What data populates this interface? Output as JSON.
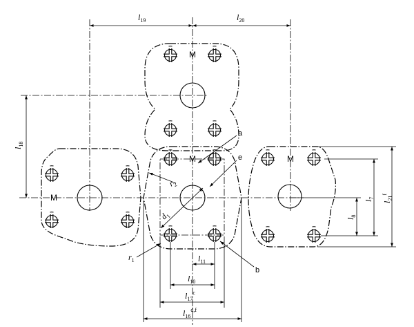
{
  "marking": "M",
  "dimensions": {
    "l19": {
      "base": "l",
      "sub": "19"
    },
    "l20": {
      "base": "l",
      "sub": "20"
    },
    "l18": {
      "base": "l",
      "sub": "18"
    },
    "l7": {
      "base": "l",
      "sub": "7"
    },
    "l8": {
      "base": "l",
      "sub": "8"
    },
    "l21": {
      "base": "l",
      "sub": "21",
      "sup": "f"
    },
    "l11": {
      "base": "l",
      "sub": "11"
    },
    "l10": {
      "base": "l",
      "sub": "10"
    },
    "l17": {
      "base": "l",
      "sub": "17",
      "sup": "c"
    },
    "l16": {
      "base": "l",
      "sub": "16",
      "sup": "d,f"
    },
    "r1": {
      "base": "r",
      "sub": "1"
    },
    "r2": {
      "base": "r",
      "sub": "2"
    },
    "d1": {
      "base": "d",
      "sub": "1"
    }
  },
  "callouts": {
    "a": "a",
    "b": "b",
    "e": "e"
  }
}
